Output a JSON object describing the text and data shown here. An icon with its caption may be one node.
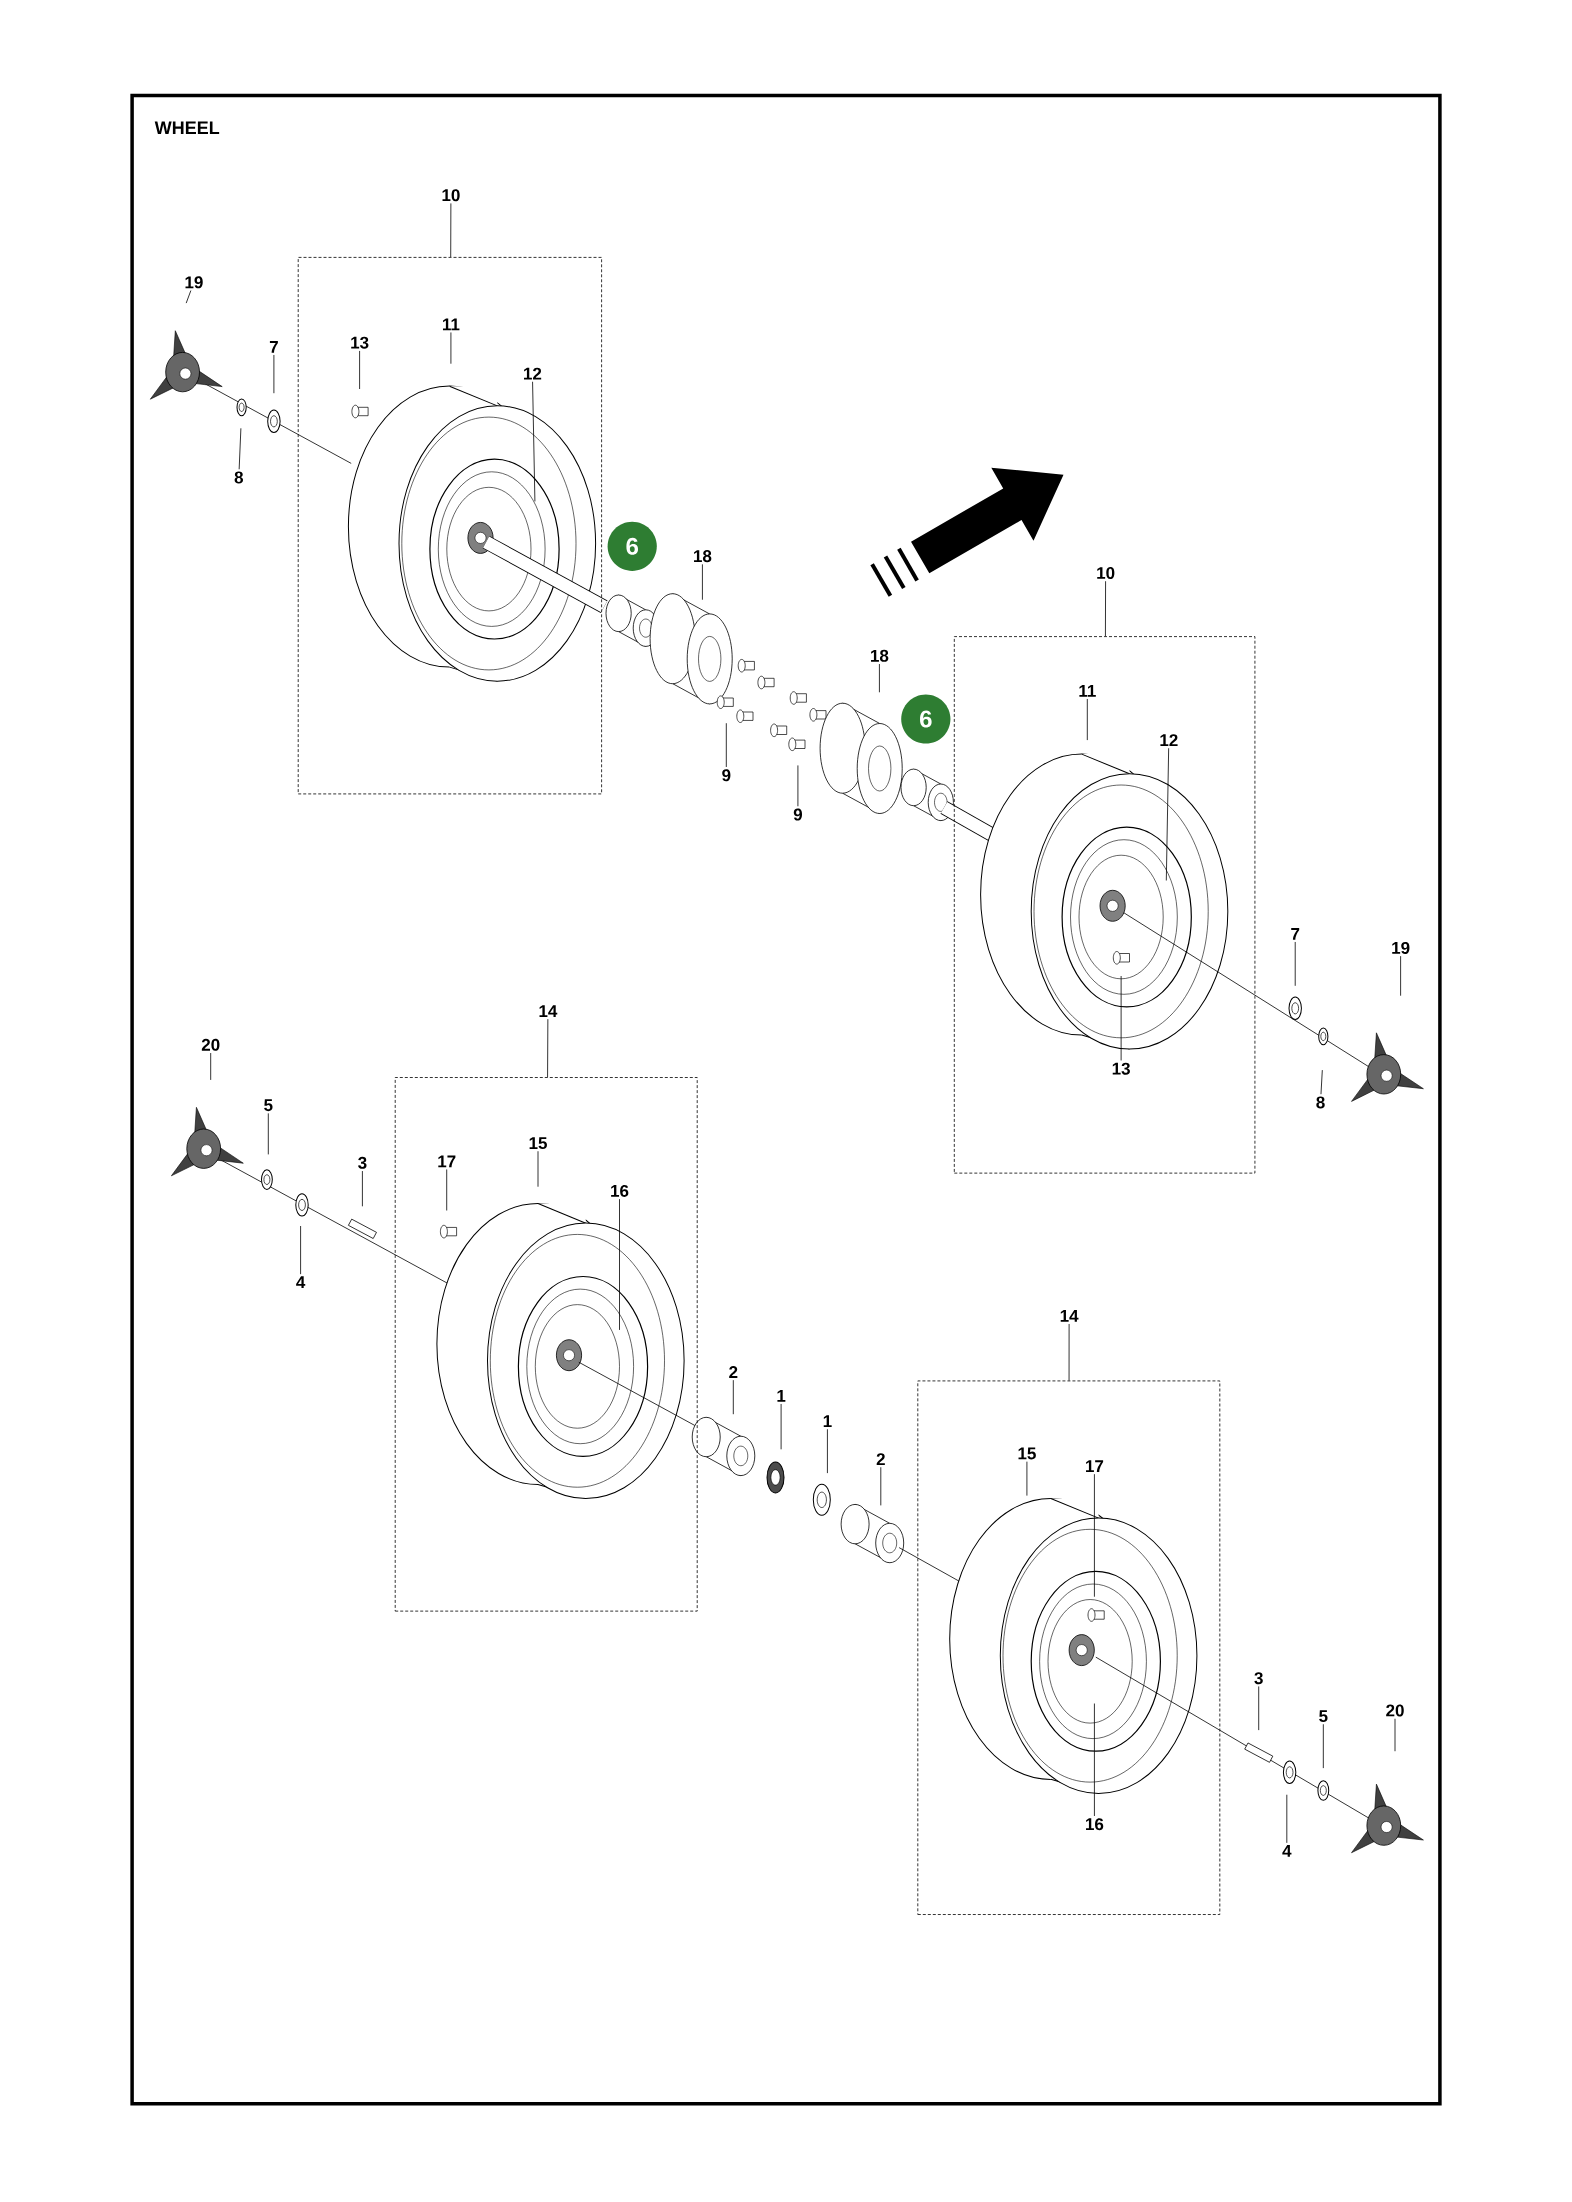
{
  "diagram": {
    "title": "WHEEL",
    "nodes": [
      {
        "text": [
          "10"
        ]
      },
      {
        "text": [],
        "shape": "box"
      },
      {
        "text": [
          "19"
        ]
      },
      {
        "text": [
          "7"
        ]
      },
      {
        "text": [
          "8"
        ]
      },
      {
        "text": [
          "13"
        ],
        "in": 1
      },
      {
        "text": [
          "11"
        ],
        "in": 1
      },
      {
        "text": [
          "12"
        ],
        "in": 1
      },
      {
        "text": [
          "6"
        ]
      },
      {
        "text": [
          "18"
        ]
      },
      {
        "text": [
          "9"
        ]
      },
      {
        "text": [
          "9"
        ]
      },
      {
        "text": [
          "18"
        ]
      },
      {
        "text": [
          "6"
        ]
      },
      {
        "text": [
          "10"
        ]
      },
      {
        "text": [],
        "shape": "box"
      },
      {
        "text": [
          "11"
        ],
        "in": 15
      },
      {
        "text": [
          "12"
        ],
        "in": 15
      },
      {
        "text": [
          "13"
        ],
        "in": 15
      },
      {
        "text": [
          "7"
        ]
      },
      {
        "text": [
          "19"
        ]
      },
      {
        "text": [
          "8"
        ]
      },
      {
        "text": [
          "14"
        ]
      },
      {
        "text": [],
        "shape": "box"
      },
      {
        "text": [
          "20"
        ]
      },
      {
        "text": [
          "5"
        ]
      },
      {
        "text": [
          "3"
        ]
      },
      {
        "text": [
          "4"
        ]
      },
      {
        "text": [
          "17"
        ],
        "in": 23
      },
      {
        "text": [
          "15"
        ],
        "in": 23
      },
      {
        "text": [
          "16"
        ],
        "in": 23
      },
      {
        "text": [
          "2"
        ]
      },
      {
        "text": [
          "1"
        ]
      },
      {
        "text": [
          "1"
        ]
      },
      {
        "text": [
          "2"
        ]
      },
      {
        "text": [
          "14"
        ]
      },
      {
        "text": [],
        "shape": "box"
      },
      {
        "text": [
          "15"
        ],
        "in": 36
      },
      {
        "text": [
          "17"
        ],
        "in": 36
      },
      {
        "text": [
          "16"
        ],
        "in": 36
      },
      {
        "text": [
          "3"
        ]
      },
      {
        "text": [
          "5"
        ]
      },
      {
        "text": [
          "20"
        ]
      },
      {
        "text": [
          "4"
        ]
      }
    ],
    "edges": [
      {
        "from": 0,
        "to": 1,
        "arrow": "none"
      },
      {
        "from": 2,
        "to": null,
        "arrow": "none"
      },
      {
        "from": 3,
        "to": null,
        "arrow": "none"
      },
      {
        "from": 4,
        "to": null,
        "arrow": "none"
      },
      {
        "from": 5,
        "to": null,
        "arrow": "none"
      },
      {
        "from": 6,
        "to": null,
        "arrow": "none"
      },
      {
        "from": 7,
        "to": null,
        "arrow": "none"
      },
      {
        "from": 9,
        "to": null,
        "arrow": "none"
      },
      {
        "from": 10,
        "to": null,
        "arrow": "none"
      },
      {
        "from": 11,
        "to": null,
        "arrow": "none"
      },
      {
        "from": 12,
        "to": null,
        "arrow": "none"
      },
      {
        "from": 14,
        "to": 15,
        "arrow": "none"
      },
      {
        "from": 16,
        "to": null,
        "arrow": "none"
      },
      {
        "from": 17,
        "to": null,
        "arrow": "none"
      },
      {
        "from": 18,
        "to": null,
        "arrow": "none"
      },
      {
        "from": 19,
        "to": null,
        "arrow": "none"
      },
      {
        "from": 20,
        "to": null,
        "arrow": "none"
      },
      {
        "from": 21,
        "to": null,
        "arrow": "none"
      },
      {
        "from": 22,
        "to": 23,
        "arrow": "none"
      },
      {
        "from": 24,
        "to": null,
        "arrow": "none"
      },
      {
        "from": 25,
        "to": null,
        "arrow": "none"
      },
      {
        "from": 26,
        "to": null,
        "arrow": "none"
      },
      {
        "from": 27,
        "to": null,
        "arrow": "none"
      },
      {
        "from": 28,
        "to": null,
        "arrow": "none"
      },
      {
        "from": 29,
        "to": null,
        "arrow": "none"
      },
      {
        "from": 30,
        "to": null,
        "arrow": "none"
      },
      {
        "from": 31,
        "to": null,
        "arrow": "none"
      },
      {
        "from": 32,
        "to": null,
        "arrow": "none"
      },
      {
        "from": 33,
        "to": null,
        "arrow": "none"
      },
      {
        "from": 34,
        "to": null,
        "arrow": "none"
      },
      {
        "from": 35,
        "to": 36,
        "arrow": "none"
      },
      {
        "from": 37,
        "to": null,
        "arrow": "none"
      },
      {
        "from": 38,
        "to": null,
        "arrow": "none"
      },
      {
        "from": 39,
        "to": null,
        "arrow": "none"
      },
      {
        "from": 40,
        "to": null,
        "arrow": "none"
      },
      {
        "from": 41,
        "to": null,
        "arrow": "none"
      },
      {
        "from": 42,
        "to": null,
        "arrow": "none"
      },
      {
        "from": 43,
        "to": null,
        "arrow": "none"
      }
    ]
  }
}
